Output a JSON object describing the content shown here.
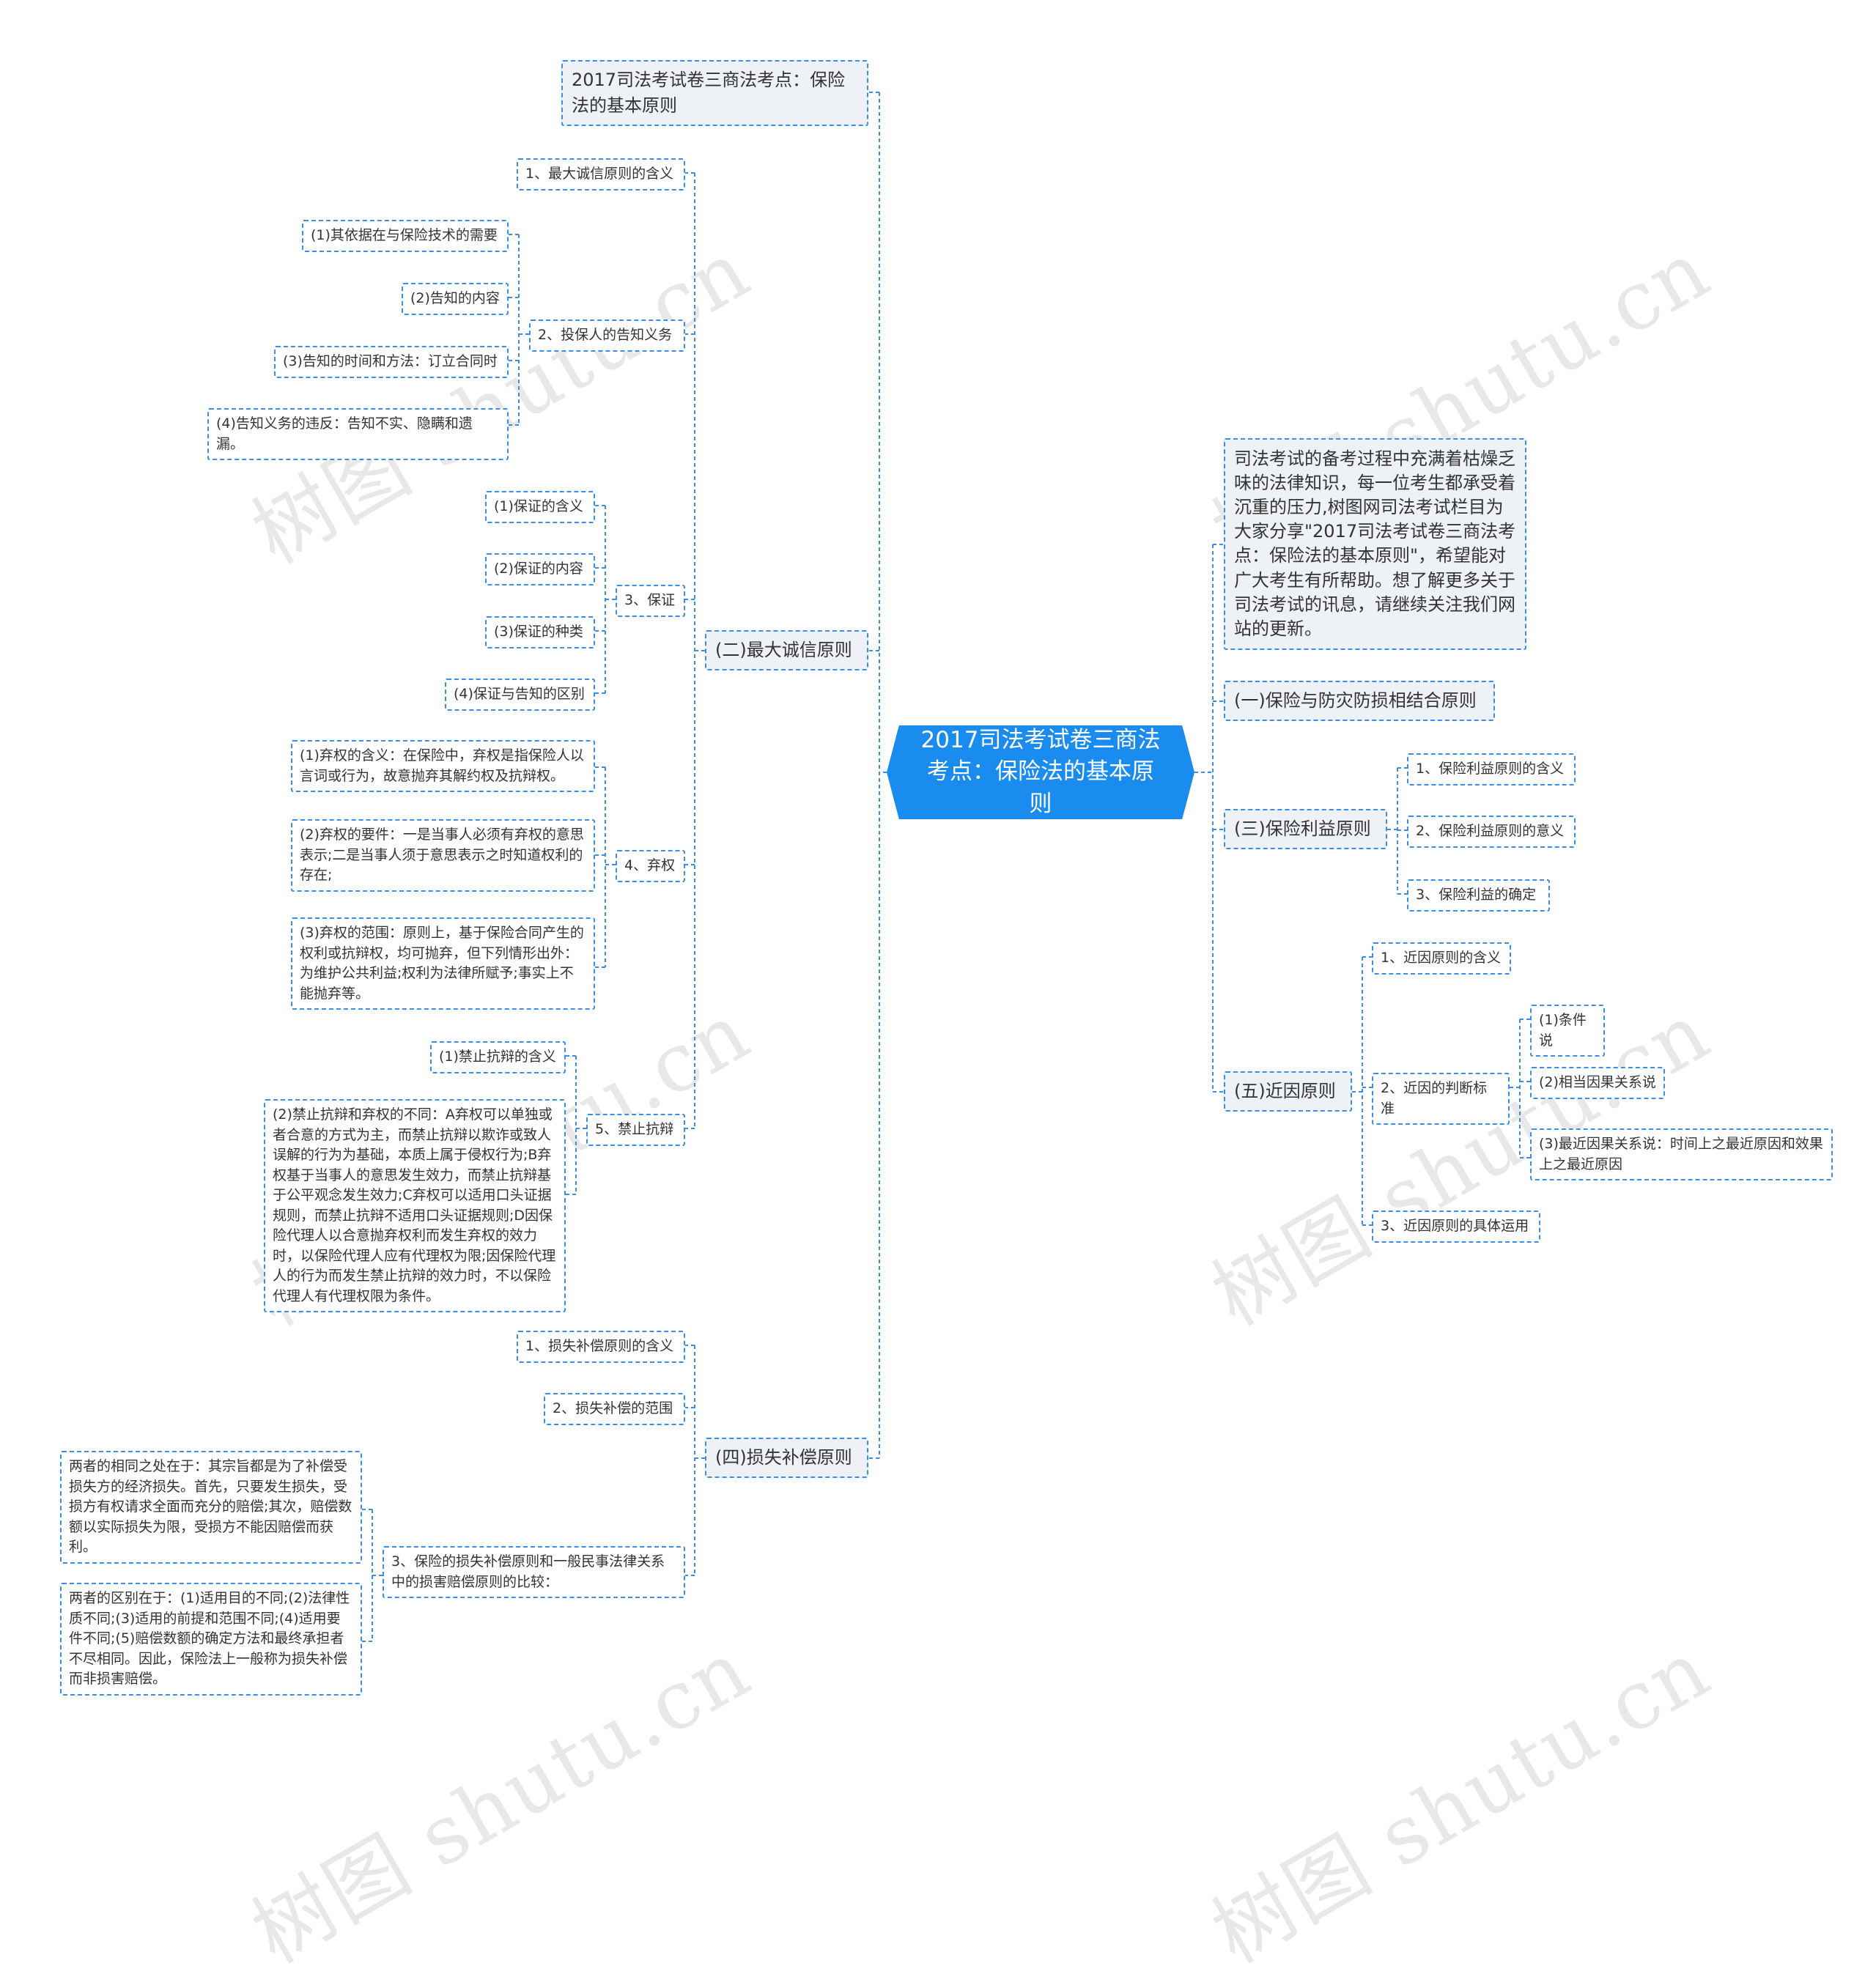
{
  "root": "2017司法考试卷三商法考点：保险法的基本原则",
  "intro_title": "2017司法考试卷三商法考点：保险法的基本原则",
  "intro_text": "司法考试的备考过程中充满着枯燥乏味的法律知识，每一位考生都承受着沉重的压力,树图网司法考试栏目为大家分享\"2017司法考试卷三商法考点：保险法的基本原则\"，希望能对广大考生有所帮助。想了解更多关于司法考试的讯息，请继续关注我们网站的更新。",
  "branches": {
    "b1": "(一)保险与防灾防损相结合原则",
    "b2": "(二)最大诚信原则",
    "b3": "(三)保险利益原则",
    "b4": "(四)损失补偿原则",
    "b5": "(五)近因原则"
  },
  "b2": {
    "s1": "1、最大诚信原则的含义",
    "s2": "2、投保人的告知义务",
    "s2_items": [
      "(1)其依据在与保险技术的需要",
      "(2)告知的内容",
      "(3)告知的时间和方法：订立合同时",
      "(4)告知义务的违反：告知不实、隐瞒和遗漏。"
    ],
    "s3": "3、保证",
    "s3_items": [
      "(1)保证的含义",
      "(2)保证的内容",
      "(3)保证的种类",
      "(4)保证与告知的区别"
    ],
    "s4": "4、弃权",
    "s4_items": [
      "(1)弃权的含义：在保险中，弃权是指保险人以言词或行为，故意抛弃其解约权及抗辩权。",
      "(2)弃权的要件：一是当事人必须有弃权的意思表示;二是当事人须于意思表示之时知道权利的存在;",
      "(3)弃权的范围：原则上，基于保险合同产生的权利或抗辩权，均可抛弃，但下列情形出外：为维护公共利益;权利为法律所赋予;事实上不能抛弃等。"
    ],
    "s5": "5、禁止抗辩",
    "s5_items": [
      "(1)禁止抗辩的含义",
      "(2)禁止抗辩和弃权的不同：A弃权可以单独或者合意的方式为主，而禁止抗辩以欺诈或致人误解的行为为基础，本质上属于侵权行为;B弃权基于当事人的意思发生效力，而禁止抗辩基于公平观念发生效力;C弃权可以适用口头证据规则，而禁止抗辩不适用口头证据规则;D因保险代理人以合意抛弃权利而发生弃权的效力时，以保险代理人应有代理权为限;因保险代理人的行为而发生禁止抗辩的效力时，不以保险代理人有代理权限为条件。"
    ]
  },
  "b3": {
    "items": [
      "1、保险利益原则的含义",
      "2、保险利益原则的意义",
      "3、保险利益的确定"
    ]
  },
  "b4": {
    "s1": "1、损失补偿原则的含义",
    "s2": "2、损失补偿的范围",
    "s3": "3、保险的损失补偿原则和一般民事法律关系中的损害赔偿原则的比较：",
    "s3_items": [
      "两者的相同之处在于：其宗旨都是为了补偿受损失方的经济损失。首先，只要发生损失，受损方有权请求全面而充分的赔偿;其次，赔偿数额以实际损失为限，受损方不能因赔偿而获利。",
      "两者的区别在于：(1)适用目的不同;(2)法律性质不同;(3)适用的前提和范围不同;(4)适用要件不同;(5)赔偿数额的确定方法和最终承担者不尽相同。因此，保险法上一般称为损失补偿而非损害赔偿。"
    ]
  },
  "b5": {
    "s1": "1、近因原则的含义",
    "s2": "2、近因的判断标准",
    "s2_items": [
      "(1)条件说",
      "(2)相当因果关系说",
      "(3)最近因果关系说：时间上之最近原因和效果上之最近原因"
    ],
    "s3": "3、近因原则的具体运用"
  },
  "watermark": "树图 shutu.cn"
}
